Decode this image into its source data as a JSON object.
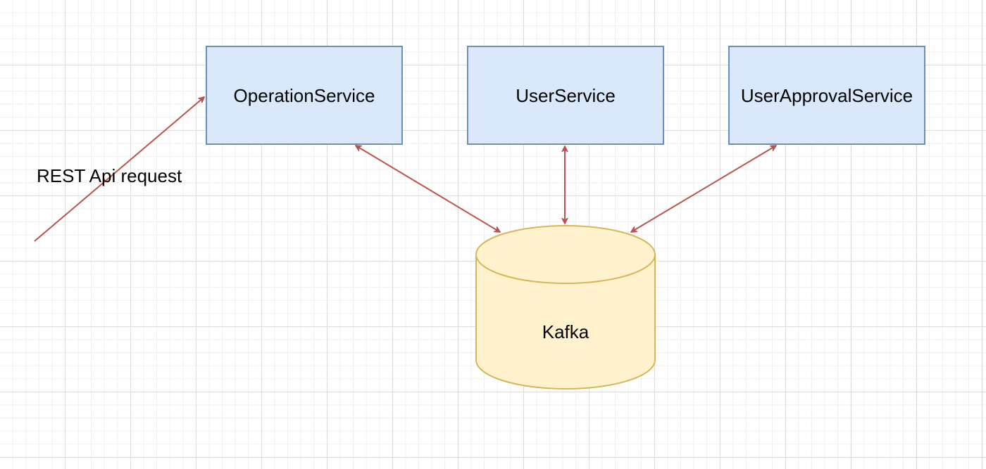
{
  "nodes": {
    "operation_service": {
      "label": "OperationService"
    },
    "user_service": {
      "label": "UserService"
    },
    "user_approval_service": {
      "label": "UserApprovalService"
    },
    "kafka": {
      "label": "Kafka"
    }
  },
  "edges": {
    "rest_request": {
      "label": "REST Api request"
    }
  },
  "colors": {
    "service_fill": "#dae8fc",
    "service_stroke": "#6c8ebf",
    "store_fill": "#fff2cc",
    "store_stroke": "#d6b656",
    "edge": "#b85450"
  }
}
